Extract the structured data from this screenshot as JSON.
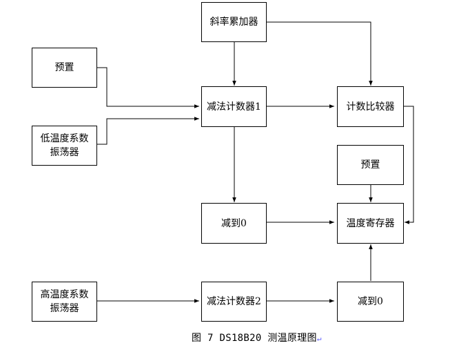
{
  "nodes": {
    "slope_accumulator": "斜率累加器",
    "preset_top": "预置",
    "low_temp_oscillator_line1": "低温度系数",
    "low_temp_oscillator_line2": "振荡器",
    "down_counter_1": "减法计数器1",
    "count_comparator": "计数比较器",
    "preset_right": "预置",
    "zero_reached_1": "减到0",
    "temperature_register": "温度寄存器",
    "high_temp_oscillator_line1": "高温度系数",
    "high_temp_oscillator_line2": "振荡器",
    "down_counter_2": "减法计数器2",
    "zero_reached_2": "减到0"
  },
  "caption": {
    "text": "图 7  DS18B20 测温原理图",
    "trailing_mark": "↵"
  }
}
